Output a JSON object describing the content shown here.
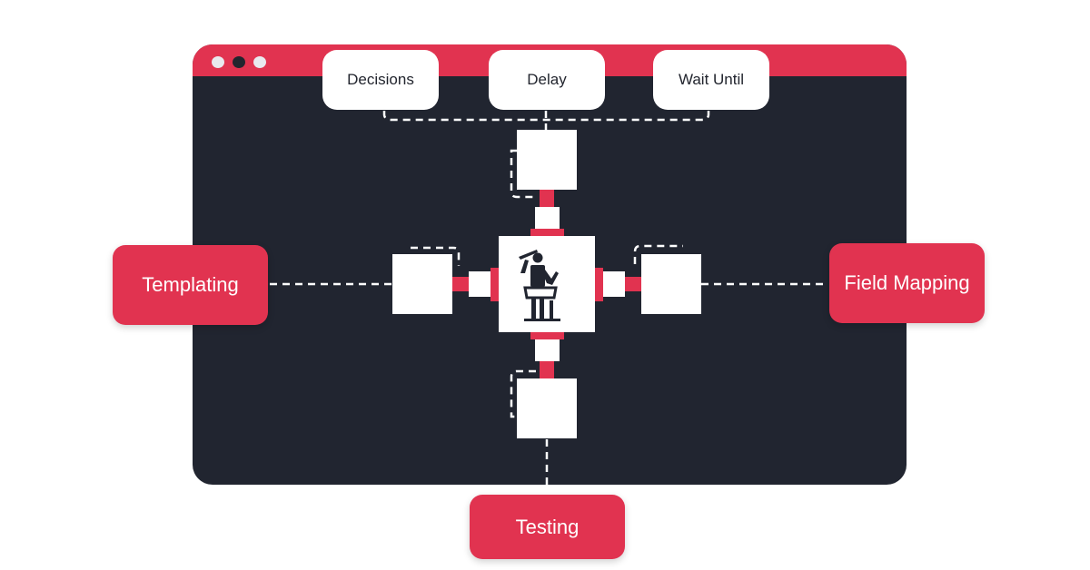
{
  "colors": {
    "accent": "#e13350",
    "window_bg": "#212530",
    "node": "#ffffff",
    "dot_light": "#e9e9ee",
    "dot_dark": "#22252e"
  },
  "window": {
    "dots": [
      "dot-light",
      "dot-dark",
      "dot-light"
    ]
  },
  "top_cards": [
    {
      "label": "Decisions"
    },
    {
      "label": "Delay"
    },
    {
      "label": "Wait Until"
    }
  ],
  "side_cards": {
    "left": "Templating",
    "right": "Field Mapping",
    "bottom": "Testing"
  },
  "center_icon": "conductor-icon"
}
